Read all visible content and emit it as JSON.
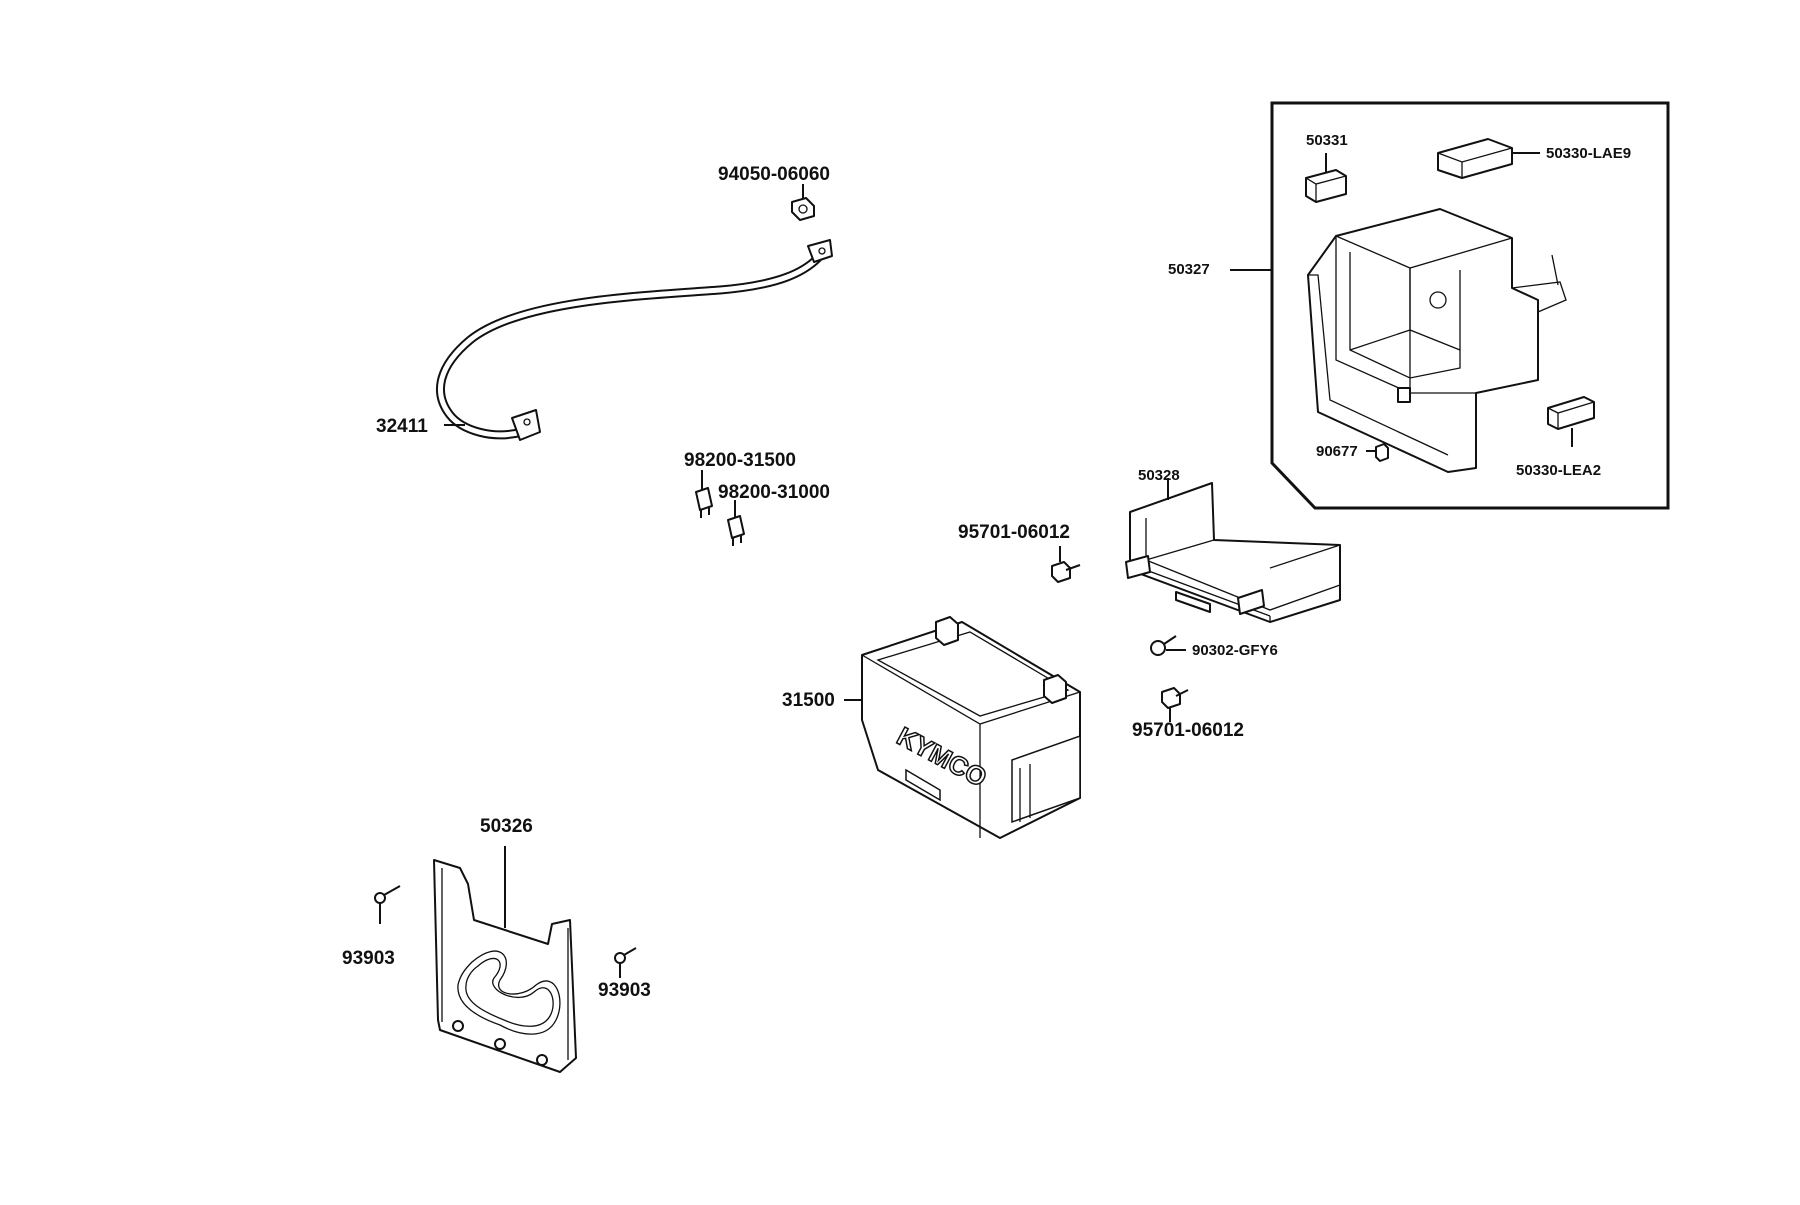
{
  "labels": {
    "p94050_06060": "94050-06060",
    "p32411": "32411",
    "p98200_31500": "98200-31500",
    "p98200_31000": "98200-31000",
    "p95701_06012_a": "95701-06012",
    "p95701_06012_b": "95701-06012",
    "p90302_gfy6": "90302-GFY6",
    "p31500": "31500",
    "p50326": "50326",
    "p93903_a": "93903",
    "p93903_b": "93903",
    "p50328": "50328",
    "p50327": "50327",
    "p50331": "50331",
    "p50330_lae9": "50330-LAE9",
    "p50330_lea2": "50330-LEA2",
    "p90677": "90677"
  },
  "battery_brand": "KYMCO"
}
